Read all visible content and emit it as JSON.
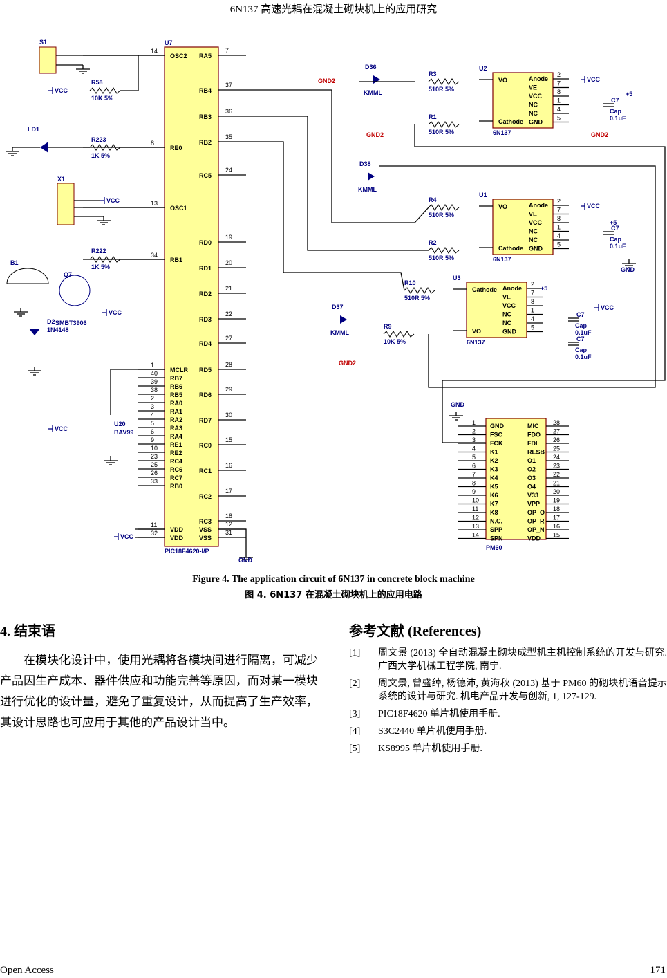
{
  "header": "6N137 高速光耦在混凝土砌块机上的应用研究",
  "figure": {
    "caption_en": "Figure 4. The application circuit of 6N137 in concrete block machine",
    "caption_zh": "图 4. 6N137 在混凝土砌块机上的应用电路",
    "mcu": {
      "ref": "U7",
      "part": "PIC18F4620-I/P",
      "left_pins": [
        [
          "14",
          "OSC2"
        ],
        [
          "8",
          "RE0"
        ],
        [
          "13",
          "OSC1"
        ],
        [
          "34",
          "RB1"
        ],
        [
          "1",
          "MCLR"
        ],
        [
          "40",
          "RB7"
        ],
        [
          "39",
          "RB6"
        ],
        [
          "38",
          "RB5"
        ],
        [
          "2",
          "RA0"
        ],
        [
          "3",
          "RA1"
        ],
        [
          "4",
          "RA2"
        ],
        [
          "5",
          "RA3"
        ],
        [
          "6",
          "RA4"
        ],
        [
          "9",
          "RE1"
        ],
        [
          "10",
          "RE2"
        ],
        [
          "23",
          "RC4"
        ],
        [
          "25",
          "RC6"
        ],
        [
          "26",
          "RC7"
        ],
        [
          "33",
          "RB0"
        ],
        [
          "11",
          "VDD"
        ],
        [
          "32",
          "VDD"
        ]
      ],
      "right_pins": [
        [
          "7",
          "RA5"
        ],
        [
          "37",
          "RB4"
        ],
        [
          "36",
          "RB3"
        ],
        [
          "35",
          "RB2"
        ],
        [
          "24",
          "RC5"
        ],
        [
          "19",
          "RD0"
        ],
        [
          "20",
          "RD1"
        ],
        [
          "21",
          "RD2"
        ],
        [
          "22",
          "RD3"
        ],
        [
          "27",
          "RD4"
        ],
        [
          "28",
          "RD5"
        ],
        [
          "29",
          "RD6"
        ],
        [
          "30",
          "RD7"
        ],
        [
          "15",
          "RC0"
        ],
        [
          "16",
          "RC1"
        ],
        [
          "17",
          "RC2"
        ],
        [
          "18",
          "RC3"
        ],
        [
          "12",
          "VSS"
        ],
        [
          "31",
          "VSS"
        ]
      ]
    },
    "opto": [
      {
        "ref": "U2",
        "part": "6N137"
      },
      {
        "ref": "U1",
        "part": "6N137"
      },
      {
        "ref": "U3",
        "part": "6N137"
      }
    ],
    "opto_pins": {
      "vo": "VO",
      "cathode": "Cathode",
      "anode": "Anode",
      "ve": "VE",
      "vcc": "VCC",
      "nc": "NC",
      "gnd": "GND"
    },
    "voice": {
      "ref": "PM60",
      "left": [
        "GND",
        "FSC",
        "FCK",
        "K1",
        "K2",
        "K3",
        "K4",
        "K5",
        "K6",
        "K7",
        "K8",
        "N.C.",
        "SPP",
        "SPN"
      ],
      "right": [
        "MIC",
        "FDO",
        "FDI",
        "RESB",
        "O1",
        "O2",
        "O3",
        "O4",
        "V33",
        "VPP",
        "OP_O",
        "OP_R",
        "OP_N",
        "VDD"
      ]
    },
    "labels": {
      "s1": "S1",
      "x1": "X1",
      "ld1": "LD1",
      "b1": "B1",
      "q7": "Q7",
      "q7p": "SMBT3906",
      "d2": "D2",
      "d2p": "1N4148",
      "u20": "U20",
      "u20p": "BAV99",
      "r58": "R58",
      "r58v": "10K 5%",
      "r223": "R223",
      "r223v": "1K 5%",
      "r222": "R222",
      "r222v": "1K 5%",
      "r3": "R3",
      "r1": "R1",
      "r4": "R4",
      "r2": "R2",
      "r10": "R10",
      "r9": "R9",
      "r510": "510R 5%",
      "r9v": "10K 5%",
      "d36": "D36",
      "d38": "D38",
      "d37": "D37",
      "kmml": "KMML",
      "c7": "C7",
      "capv": "Cap",
      "cap01": "0.1uF",
      "vcc": "VCC",
      "gnd": "GND",
      "gnd2": "GND2",
      "p5": "+5"
    }
  },
  "section4": {
    "title": "4. 结束语",
    "body": "在模块化设计中，使用光耦将各模块间进行隔离，可减少产品因生产成本、器件供应和功能完善等原因，而对某一模块进行优化的设计量，避免了重复设计，从而提高了生产效率，其设计思路也可应用于其他的产品设计当中。"
  },
  "references": {
    "title": "参考文献 (References)",
    "items": [
      {
        "n": "[1]",
        "t": "周文景 (2013) 全自动混凝土砌块成型机主机控制系统的开发与研究. 广西大学机械工程学院, 南宁."
      },
      {
        "n": "[2]",
        "t": "周文景, 曾盛绰, 杨德沛, 黄海秋 (2013) 基于 PM60 的砌块机语音提示系统的设计与研究. 机电产品开发与创新, 1, 127-129."
      },
      {
        "n": "[3]",
        "t": "PIC18F4620 单片机使用手册."
      },
      {
        "n": "[4]",
        "t": "S3C2440 单片机使用手册."
      },
      {
        "n": "[5]",
        "t": "KS8995 单片机使用手册."
      }
    ]
  },
  "footer": {
    "left": "Open Access",
    "right": "171"
  },
  "colors": {
    "chip": "#ffff99",
    "wire": "#000080",
    "label": "#000080"
  }
}
